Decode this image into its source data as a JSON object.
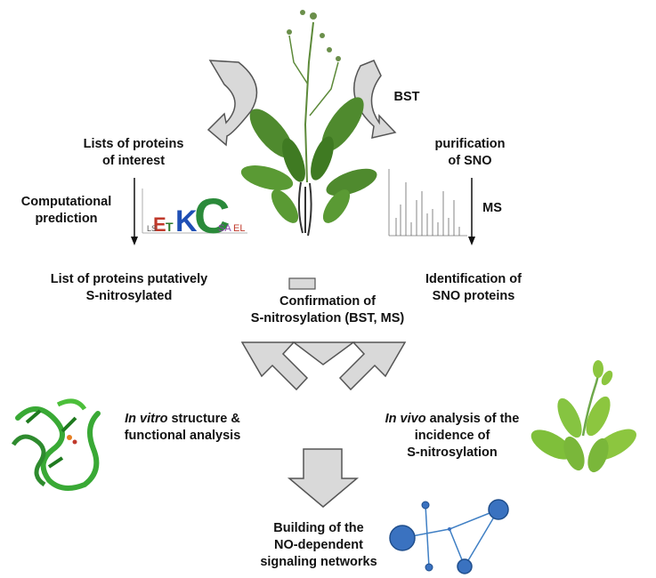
{
  "labels": {
    "lists_of_interest": [
      "Lists of proteins",
      "of interest"
    ],
    "computational_prediction": [
      "Computational",
      "prediction"
    ],
    "putatively_s_nitrosylated": [
      "List of proteins putatively",
      "S-nitrosylated"
    ],
    "bst": "BST",
    "purification": [
      "purification",
      "of SNO"
    ],
    "ms": "MS",
    "identification": [
      "Identification of",
      "SNO proteins"
    ],
    "confirmation": [
      "Confirmation of",
      "S-nitrosylation (BST, MS)"
    ],
    "in_vitro": {
      "italic": "In vitro",
      "rest": " structure &",
      "line2": "functional analysis"
    },
    "in_vivo": {
      "italic": "In vivo",
      "rest": " analysis of the",
      "line2": "incidence of",
      "line3": "S-nitrosylation"
    },
    "building": [
      "Building of the",
      "NO-dependent",
      "signaling networks"
    ]
  },
  "colors": {
    "arrow_fill": "#d9d9d9",
    "arrow_stroke": "#555555",
    "leaf": "#4f8a2e",
    "leaf_light": "#8cc63f",
    "protein": "#39a935",
    "network": "#2f6db5",
    "network_edge": "#3f7fc4"
  },
  "icons": [
    "plant-photo",
    "sequence-logo",
    "mass-spectrum",
    "protein-structure",
    "seedling-photo",
    "network-graph"
  ]
}
